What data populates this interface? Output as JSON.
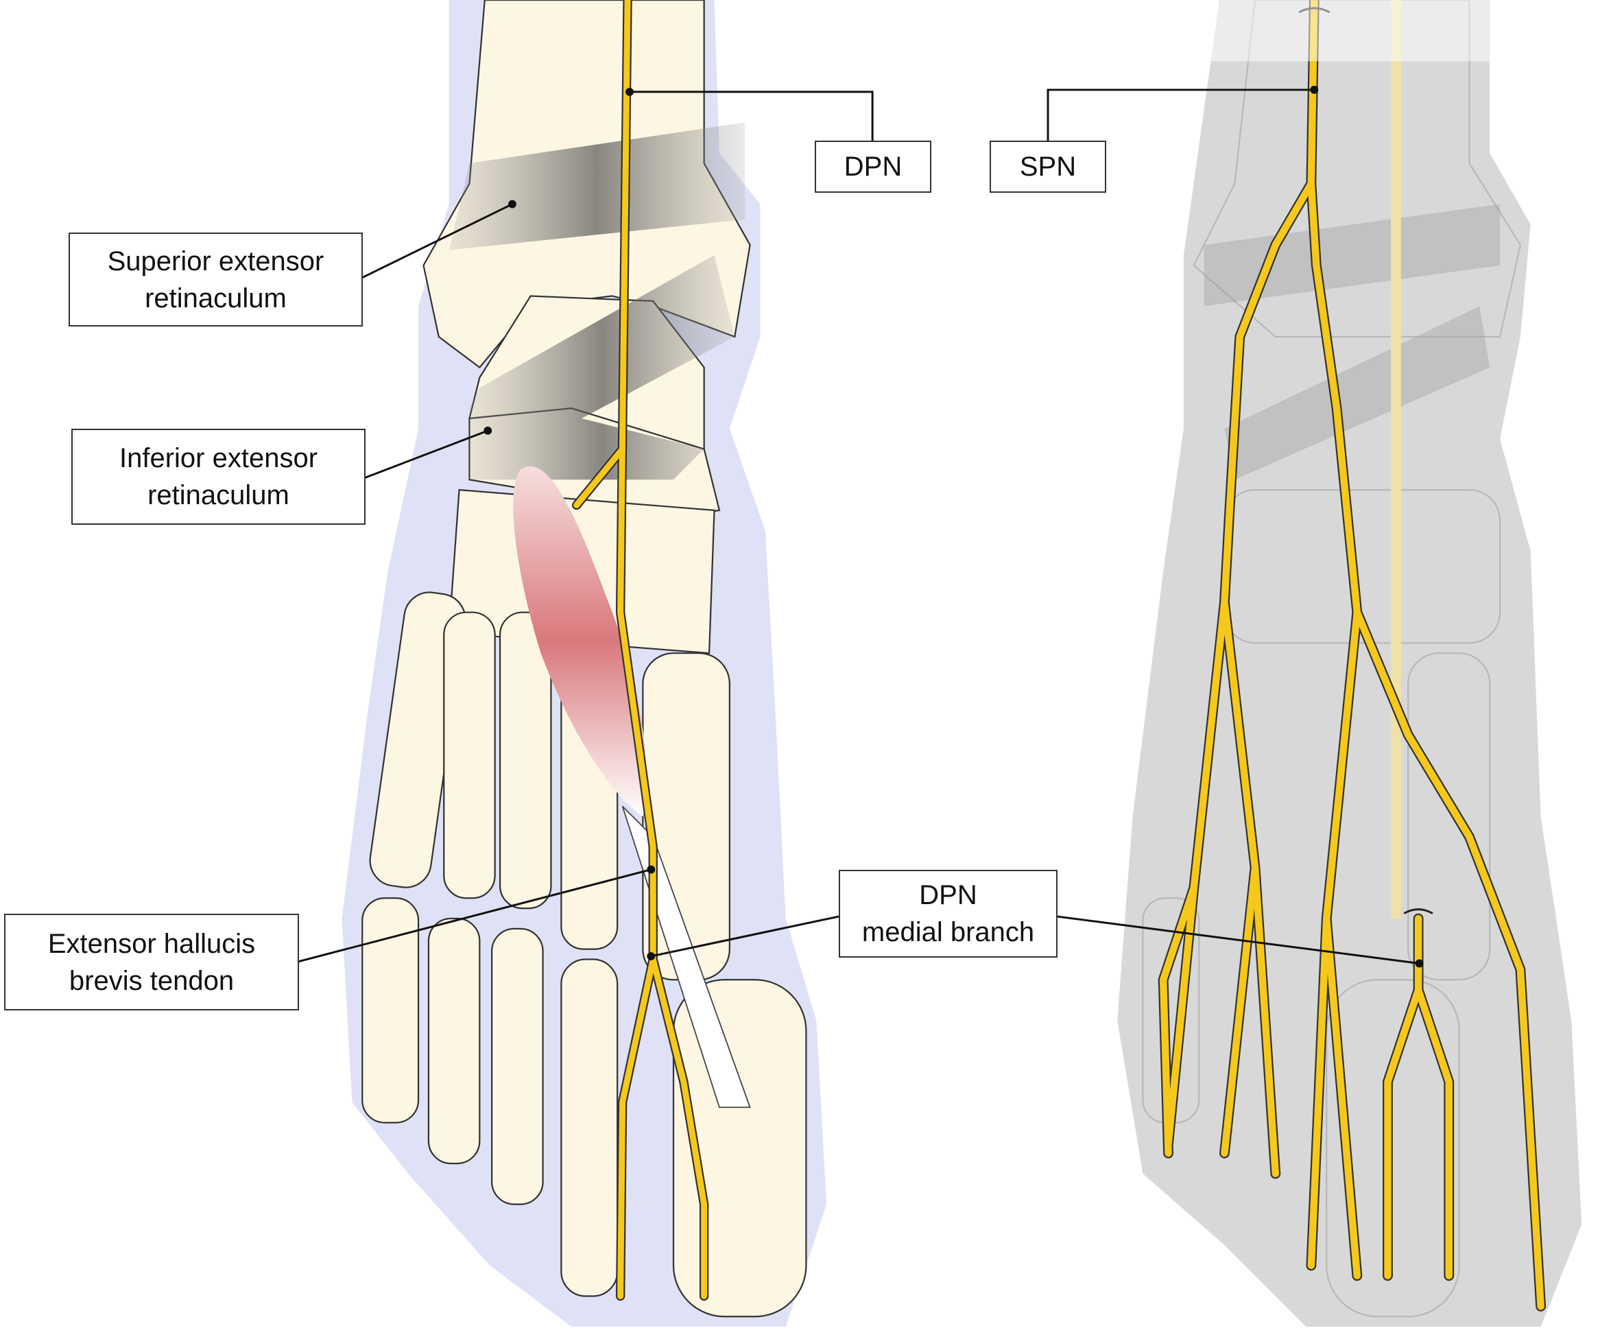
{
  "labels": {
    "dpn": "DPN",
    "spn": "SPN",
    "superior_retinaculum": {
      "line1": "Superior extensor",
      "line2": "retinaculum"
    },
    "inferior_retinaculum": {
      "line1": "Inferior extensor",
      "line2": "retinaculum"
    },
    "ehb_tendon": {
      "line1": "Extensor hallucis",
      "line2": "brevis tendon"
    },
    "dpn_medial": {
      "line1": "DPN",
      "line2": "medial branch"
    }
  },
  "colors": {
    "bone": "#fdf6e3",
    "halo_left": "#dfe2f6",
    "halo_right": "#d8d8d8",
    "nerve": "#f6c81c",
    "muscle": "#d9787c"
  }
}
